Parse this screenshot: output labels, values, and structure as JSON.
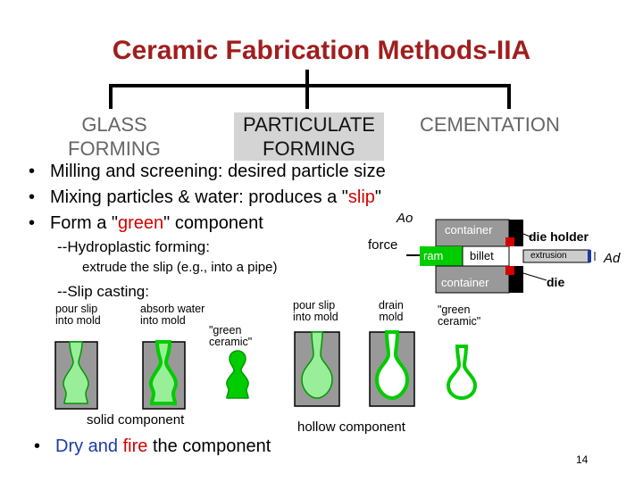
{
  "title": "Ceramic Fabrication Methods-IIA",
  "categories": {
    "glass": [
      "GLASS",
      "FORMING"
    ],
    "particulate": [
      "PARTICULATE",
      "FORMING"
    ],
    "cementation": "CEMENTATION"
  },
  "bullets": {
    "milling": "Milling and screening: desired particle size",
    "mixing_prefix": "Mixing particles & water:  produces a \"",
    "mixing_slip": "slip",
    "mixing_suffix": "\"",
    "form_prefix": "Form a \"",
    "form_green": "green",
    "form_suffix": "\" component",
    "dry_prefix": "Dry and ",
    "dry_fire": "fire",
    "dry_suffix": " the component",
    "dot": "•"
  },
  "hydroplastic": {
    "heading": "--Hydroplastic forming:",
    "desc": "extrude the slip (e.g., into a pipe)"
  },
  "slip_casting": {
    "heading": "--Slip casting:",
    "pour_slip_1": [
      "pour slip",
      "into mold"
    ],
    "absorb_water": [
      "absorb water",
      "into mold"
    ],
    "green_ceramic_1": [
      "\"green",
      "ceramic\""
    ],
    "solid_component": "solid component",
    "pour_slip_2": [
      "pour slip",
      "into mold"
    ],
    "drain_mold": [
      "drain",
      "mold"
    ],
    "green_ceramic_2": [
      "\"green",
      "ceramic\""
    ],
    "hollow_component": "hollow component"
  },
  "extrusion": {
    "Ao": "Ao",
    "force": "force",
    "container_top": "container",
    "container_bottom": "container",
    "ram": "ram",
    "billet": "billet",
    "die_holder": "die holder",
    "extrusion": "extrusion",
    "die": "die",
    "Ad": "Ad"
  },
  "page_number": "14",
  "colors": {
    "title": "#a01e1e",
    "accent_red": "#d40000",
    "blue": "#1a3aa8",
    "slip_green": "#99ee99",
    "dark_green": "#009900",
    "bright_green": "#00cc00",
    "mold_grey": "#999999"
  }
}
